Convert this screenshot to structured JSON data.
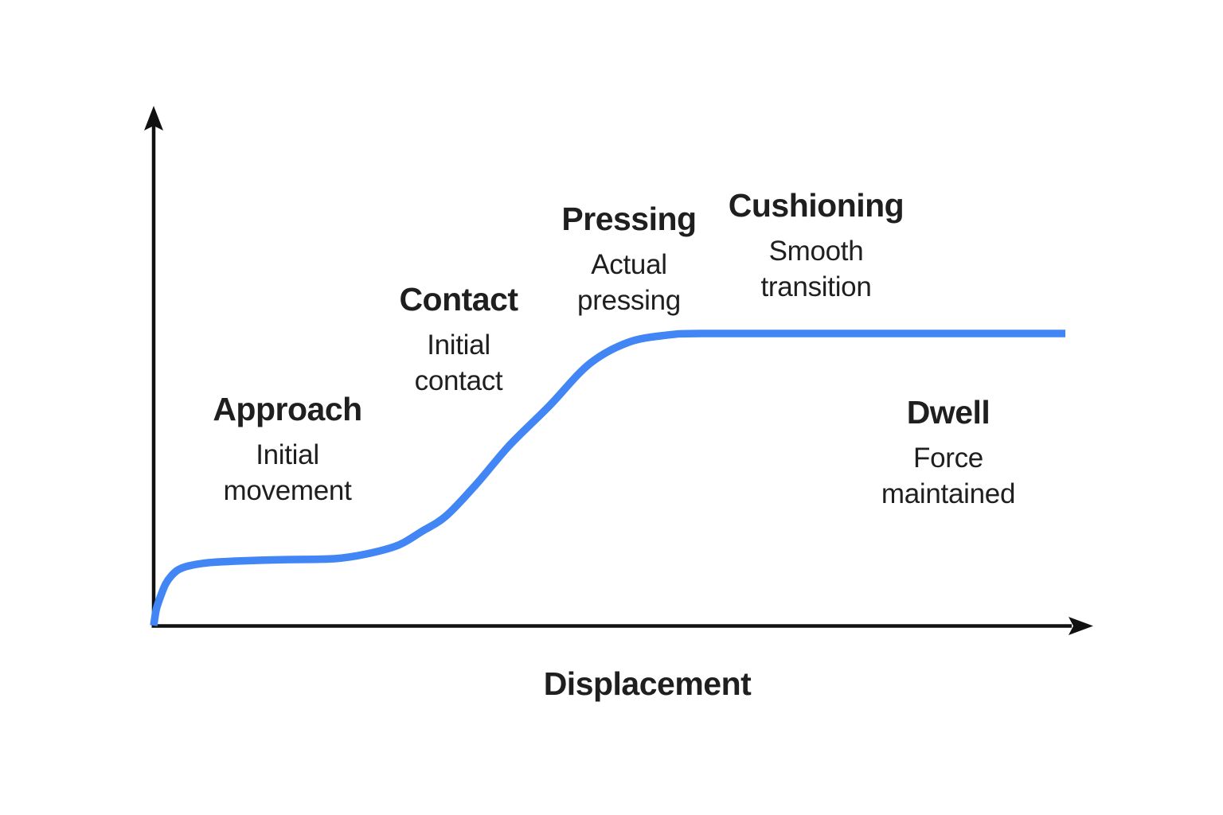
{
  "chart_data": {
    "type": "line",
    "title": "",
    "xlabel": "Displacement",
    "ylabel": "",
    "background": "#ffffff",
    "axis_color": "#111111",
    "text_color": "#1f1f1f",
    "grid": false,
    "legend": "none",
    "axes": {
      "x_arrow": true,
      "y_arrow": true,
      "ticks": "none"
    },
    "series": [
      {
        "name": "force-vs-displacement-curve",
        "color": "#4285F4",
        "stroke_width": 9.5,
        "x_range": [
          0,
          1
        ],
        "y_range": [
          0,
          1
        ],
        "points": [
          [
            0.0,
            0.0
          ],
          [
            0.003,
            0.057
          ],
          [
            0.008,
            0.104
          ],
          [
            0.013,
            0.142
          ],
          [
            0.019,
            0.169
          ],
          [
            0.027,
            0.191
          ],
          [
            0.038,
            0.204
          ],
          [
            0.059,
            0.215
          ],
          [
            0.093,
            0.221
          ],
          [
            0.146,
            0.226
          ],
          [
            0.198,
            0.229
          ],
          [
            0.233,
            0.245
          ],
          [
            0.268,
            0.275
          ],
          [
            0.294,
            0.322
          ],
          [
            0.321,
            0.376
          ],
          [
            0.355,
            0.488
          ],
          [
            0.39,
            0.616
          ],
          [
            0.434,
            0.752
          ],
          [
            0.478,
            0.896
          ],
          [
            0.521,
            0.97
          ],
          [
            0.565,
            0.995
          ],
          [
            0.6,
            1.0
          ],
          [
            0.705,
            1.0
          ],
          [
            0.853,
            1.0
          ],
          [
            1.0,
            1.0
          ]
        ]
      }
    ],
    "phases": [
      {
        "label": "Approach",
        "description": "Initial\nmovement"
      },
      {
        "label": "Contact",
        "description": "Initial\ncontact"
      },
      {
        "label": "Pressing",
        "description": "Actual\npressing"
      },
      {
        "label": "Cushioning",
        "description": "Smooth\ntransition"
      },
      {
        "label": "Dwell",
        "description": "Force\nmaintained"
      }
    ]
  }
}
